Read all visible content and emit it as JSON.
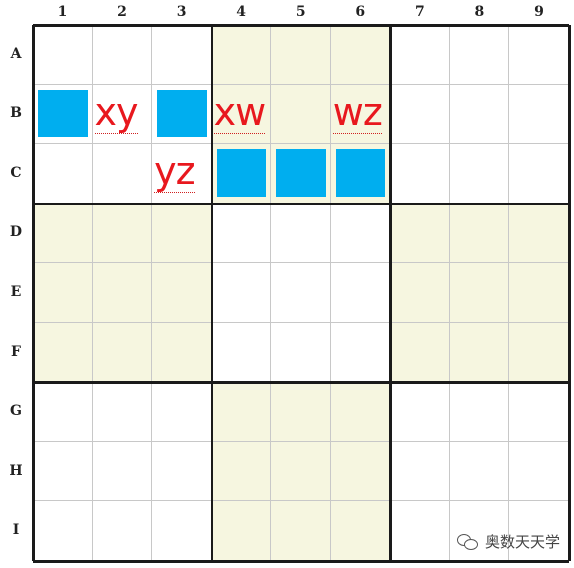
{
  "board": {
    "column_labels": [
      "1",
      "2",
      "3",
      "4",
      "5",
      "6",
      "7",
      "8",
      "9"
    ],
    "row_labels": [
      "A",
      "B",
      "C",
      "D",
      "E",
      "F",
      "G",
      "H",
      "I"
    ],
    "shaded_boxes": [
      [
        0,
        1
      ],
      [
        1,
        0
      ],
      [
        1,
        2
      ],
      [
        2,
        1
      ]
    ],
    "highlight_color": "#00aeef",
    "shade_color": "#f6f6e0",
    "note_color": "#e8181e",
    "highlighted_cells": [
      "B1",
      "B3",
      "C4",
      "C5",
      "C6"
    ],
    "notes": [
      {
        "cell": "B2",
        "text": "xy"
      },
      {
        "cell": "B4",
        "text": "xw"
      },
      {
        "cell": "B6",
        "text": "wz"
      },
      {
        "cell": "C3",
        "text": "yz"
      }
    ]
  },
  "watermark": {
    "icon": "wechat-icon",
    "text": "奥数天天学"
  }
}
